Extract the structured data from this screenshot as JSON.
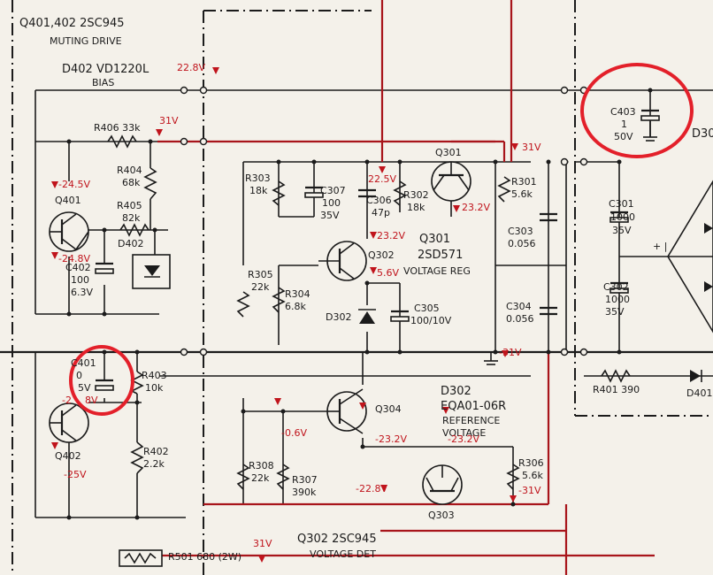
{
  "colors": {
    "paper": "#f4f1ea",
    "ink": "#1b1b1b",
    "trace": "#a8151b",
    "voltage_text": "#c0141c",
    "highlight_circle": "#e3202a"
  },
  "titles": {
    "q401_402_block": "Q401,402 2SC945",
    "q401_402_function": "MUTING DRIVE",
    "q301_part": "Q301",
    "q301_type": "2SD571",
    "q301_function": "VOLTAGE REG",
    "d302_part": "D302",
    "d302_type": "EQA01-06R",
    "d302_function_1": "REFERENCE",
    "d302_function_2": "VOLTAGE",
    "q302_block": "Q302 2SC945",
    "q302_function": "VOLTAGE DET"
  },
  "top_bias": {
    "diode_label": "D402 VD1220L",
    "net_label": "BIAS",
    "voltage": "22.8V"
  },
  "transistors": {
    "q401": "Q401",
    "q402": "Q402",
    "q301": "Q301",
    "q302": "Q302",
    "q304": "Q304",
    "q303": "Q303"
  },
  "diodes": {
    "d402": "D402",
    "d302": "D302",
    "d401": "D401"
  },
  "resistors": {
    "r406": "R406 33k",
    "r404_name": "R404",
    "r404_value": "68k",
    "r405_name": "R405",
    "r405_value": "82k",
    "r303_name": "R303",
    "r303_value": "18k",
    "r302_name": "R302",
    "r302_value": "18k",
    "r301_name": "R301",
    "r301_value": "5.6k",
    "r305_name": "R305",
    "r305_value": "22k",
    "r304_name": "R304",
    "r304_value": "6.8k",
    "r403_name": "R403",
    "r403_value": "10k",
    "r402_name": "R402",
    "r402_value": "2.2k",
    "r401": "R401 390",
    "r308_name": "R308",
    "r308_value": "22k",
    "r307_name": "R307",
    "r307_value": "390k",
    "r306_name": "R306",
    "r306_value": "5.6k",
    "r501": "R501 680 (2W)"
  },
  "capacitors": {
    "c402_name": "C402",
    "c402_value_1": "100",
    "c402_value_2": "6.3V",
    "c307_name": "C307",
    "c307_value_1": "100",
    "c307_value_2": "35V",
    "c306_name": "C306",
    "c306_value": "47p",
    "c303_name": "C303",
    "c303_value": "0.056",
    "c304_name": "C304",
    "c304_value": "0.056",
    "c305_name": "C305",
    "c305_value": "100/10V",
    "c301_name": "C301",
    "c301_value_1": "1000",
    "c301_value_2": "35V",
    "c302_name": "C302",
    "c302_value_1": "1000",
    "c302_value_2": "35V",
    "c403_name": "C403",
    "c403_value_1": "1",
    "c403_value_2": "50V",
    "c401_name": "C401",
    "c401_value_1": "0",
    "c401_value_2": "5V"
  },
  "voltages": {
    "v31_r406": "31V",
    "v31_r301": "31V",
    "v31_bottom": "31V",
    "v_q401_c": "-24.5V",
    "v_q401_e": "-24.8V",
    "v_q402_b": "-2",
    "v_c401": "8V",
    "v_q402_e": "-25V",
    "v_q301_b": "22.5V",
    "v_q301_e": "23.2V",
    "v_q302_c": "23.2V",
    "v_q302_e": "5.6V",
    "v_neg31": "-31V",
    "v_q304_b": "-0.6V",
    "v_q304_e": "-23.2V",
    "v_d302": "-23.2V",
    "v_q303": "-22.8V",
    "v_r306": "-31V"
  },
  "edge_text": {
    "d30_partial": "D30",
    "plus_minus": "+ |"
  }
}
